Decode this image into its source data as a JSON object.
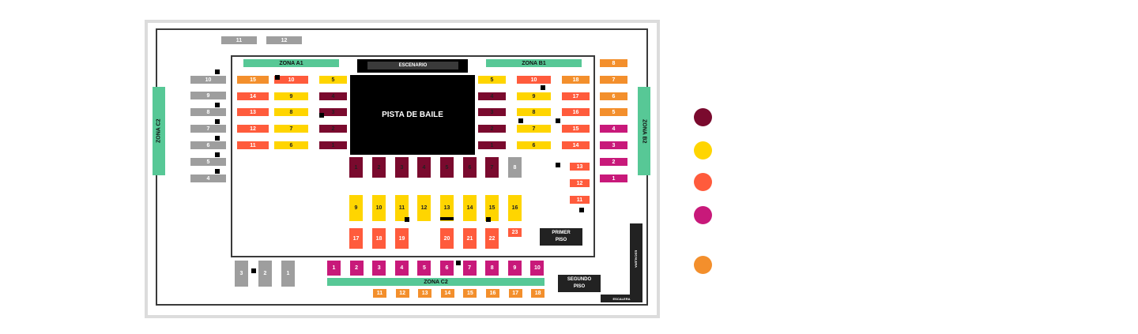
{
  "colors": {
    "maroon": "#7a0a2e",
    "yellow": "#ffd500",
    "red": "#ff5b3c",
    "magenta": "#c8197a",
    "orange": "#f38f2c",
    "gray": "#9e9e9e",
    "zone": "#57c896"
  },
  "labels": {
    "stage": "ESCENARIO",
    "dance_floor": "PISTA DE BAILE",
    "zona_a1": "ZONA A1",
    "zona_b1": "ZONA B1",
    "zona_b2": "ZONA B2",
    "zona_c2_left": "ZONA C2",
    "zona_c2_bottom": "ZONA C2",
    "primer_piso": "PRIMER PISO",
    "segundo_piso": "SEGUNDO PISO",
    "escalera_v": "ESCALERA",
    "escalera_h": "ESCALERA"
  },
  "tables": [
    {
      "label": "11",
      "c": "gray"
    },
    {
      "label": "12",
      "c": "gray"
    },
    {
      "label": "10",
      "c": "gray"
    },
    {
      "label": "9",
      "c": "gray"
    },
    {
      "label": "8",
      "c": "gray"
    },
    {
      "label": "7",
      "c": "gray"
    },
    {
      "label": "6",
      "c": "gray"
    },
    {
      "label": "5",
      "c": "gray"
    },
    {
      "label": "4",
      "c": "gray"
    },
    {
      "label": "15",
      "c": "orange"
    },
    {
      "label": "14",
      "c": "red"
    },
    {
      "label": "13",
      "c": "red"
    },
    {
      "label": "12",
      "c": "red"
    },
    {
      "label": "11",
      "c": "red"
    },
    {
      "label": "10",
      "c": "red"
    },
    {
      "label": "9",
      "c": "yellow"
    },
    {
      "label": "8",
      "c": "yellow"
    },
    {
      "label": "7",
      "c": "yellow"
    },
    {
      "label": "6",
      "c": "yellow"
    },
    {
      "label": "5",
      "c": "yellow"
    },
    {
      "label": "4",
      "c": "maroon"
    },
    {
      "label": "3",
      "c": "maroon"
    },
    {
      "label": "2",
      "c": "maroon"
    },
    {
      "label": "1",
      "c": "maroon"
    },
    {
      "label": "5",
      "c": "yellow"
    },
    {
      "label": "4",
      "c": "maroon"
    },
    {
      "label": "3",
      "c": "maroon"
    },
    {
      "label": "2",
      "c": "maroon"
    },
    {
      "label": "1",
      "c": "maroon"
    },
    {
      "label": "10",
      "c": "red"
    },
    {
      "label": "9",
      "c": "yellow"
    },
    {
      "label": "8",
      "c": "yellow"
    },
    {
      "label": "7",
      "c": "yellow"
    },
    {
      "label": "6",
      "c": "yellow"
    },
    {
      "label": "18",
      "c": "orange"
    },
    {
      "label": "17",
      "c": "red"
    },
    {
      "label": "16",
      "c": "red"
    },
    {
      "label": "15",
      "c": "red"
    },
    {
      "label": "14",
      "c": "red"
    },
    {
      "label": "8",
      "c": "orange"
    },
    {
      "label": "7",
      "c": "orange"
    },
    {
      "label": "6",
      "c": "orange"
    },
    {
      "label": "5",
      "c": "orange"
    },
    {
      "label": "4",
      "c": "magenta"
    },
    {
      "label": "3",
      "c": "magenta"
    },
    {
      "label": "2",
      "c": "magenta"
    },
    {
      "label": "1",
      "c": "magenta"
    },
    {
      "label": "1",
      "c": "maroon"
    },
    {
      "label": "2",
      "c": "maroon"
    },
    {
      "label": "3",
      "c": "maroon"
    },
    {
      "label": "4",
      "c": "maroon"
    },
    {
      "label": "5",
      "c": "maroon"
    },
    {
      "label": "6",
      "c": "maroon"
    },
    {
      "label": "7",
      "c": "maroon"
    },
    {
      "label": "8",
      "c": "gray"
    },
    {
      "label": "13",
      "c": "red"
    },
    {
      "label": "12",
      "c": "red"
    },
    {
      "label": "11",
      "c": "red"
    },
    {
      "label": "9",
      "c": "yellow"
    },
    {
      "label": "10",
      "c": "yellow"
    },
    {
      "label": "11",
      "c": "yellow"
    },
    {
      "label": "12",
      "c": "yellow"
    },
    {
      "label": "13",
      "c": "yellow"
    },
    {
      "label": "14",
      "c": "yellow"
    },
    {
      "label": "15",
      "c": "yellow"
    },
    {
      "label": "16",
      "c": "yellow"
    },
    {
      "label": "17",
      "c": "red"
    },
    {
      "label": "18",
      "c": "red"
    },
    {
      "label": "19",
      "c": "red"
    },
    {
      "label": "20",
      "c": "red"
    },
    {
      "label": "21",
      "c": "red"
    },
    {
      "label": "22",
      "c": "red"
    },
    {
      "label": "23",
      "c": "red"
    },
    {
      "label": "3",
      "c": "gray"
    },
    {
      "label": "2",
      "c": "gray"
    },
    {
      "label": "1",
      "c": "gray"
    },
    {
      "label": "1",
      "c": "magenta"
    },
    {
      "label": "2",
      "c": "magenta"
    },
    {
      "label": "3",
      "c": "magenta"
    },
    {
      "label": "4",
      "c": "magenta"
    },
    {
      "label": "5",
      "c": "magenta"
    },
    {
      "label": "6",
      "c": "magenta"
    },
    {
      "label": "7",
      "c": "magenta"
    },
    {
      "label": "8",
      "c": "magenta"
    },
    {
      "label": "9",
      "c": "magenta"
    },
    {
      "label": "10",
      "c": "magenta"
    },
    {
      "label": "11",
      "c": "orange"
    },
    {
      "label": "12",
      "c": "orange"
    },
    {
      "label": "13",
      "c": "orange"
    },
    {
      "label": "14",
      "c": "orange"
    },
    {
      "label": "15",
      "c": "orange"
    },
    {
      "label": "16",
      "c": "orange"
    },
    {
      "label": "17",
      "c": "orange"
    },
    {
      "label": "18",
      "c": "orange"
    }
  ],
  "legend": [
    {
      "c": "maroon"
    },
    {
      "c": "yellow"
    },
    {
      "c": "red"
    },
    {
      "c": "magenta"
    },
    {
      "c": "orange"
    }
  ]
}
